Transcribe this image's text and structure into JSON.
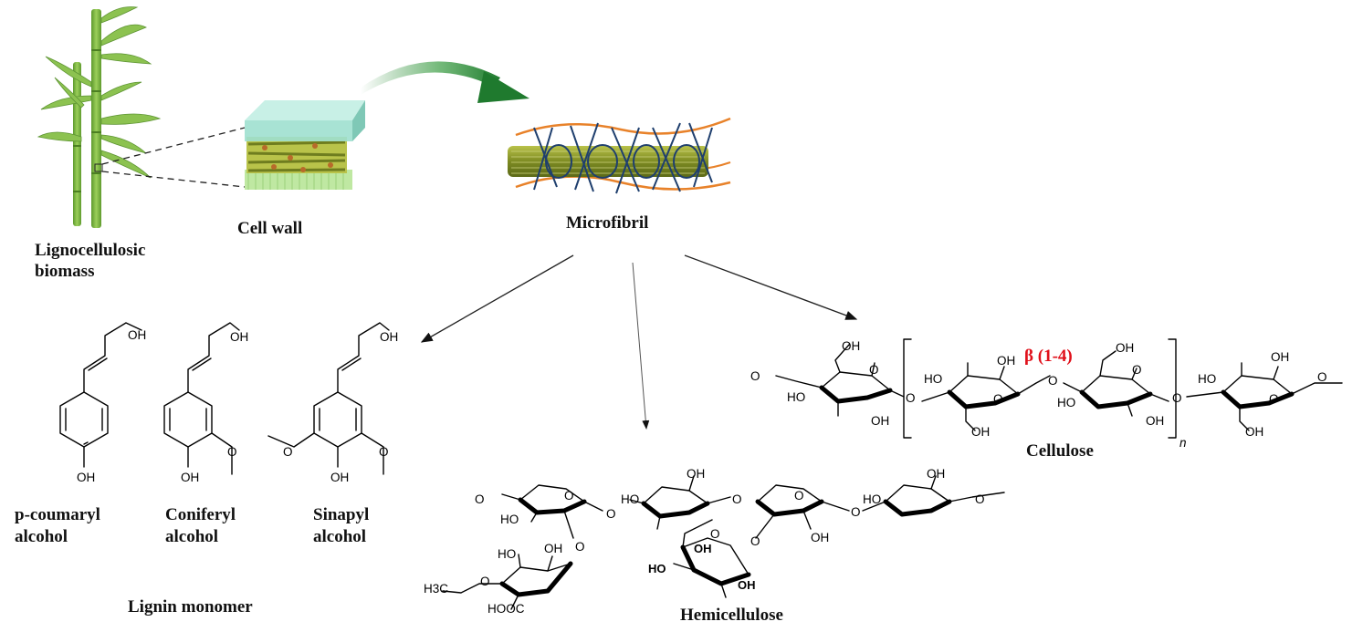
{
  "labels": {
    "biomass_line1": "Lignocellulosic",
    "biomass_line2": "biomass",
    "cell_wall": "Cell wall",
    "microfibril": "Microfibril",
    "pcoumaryl_line1": "p-coumaryl",
    "pcoumaryl_line2": "alcohol",
    "coniferyl_line1": "Coniferyl",
    "coniferyl_line2": "alcohol",
    "sinapyl_line1": "Sinapyl",
    "sinapyl_line2": "alcohol",
    "lignin_monomer": "Lignin  monomer",
    "hemicellulose": "Hemicellulose",
    "cellulose": "Cellulose",
    "beta_linkage": "β (1-4)",
    "repeat_n": "n"
  },
  "atoms": {
    "oh": "OH",
    "ho": "HO",
    "o": "O",
    "h3c": "H3C",
    "hooc": "HOOC"
  },
  "colors": {
    "accent_red": "#e0101a",
    "arrow_green": "#2e8b3a",
    "fiber_orange": "#e8822a",
    "fiber_blue": "#1f3f6e",
    "fibril_olive": "#8a9a2a",
    "bamboo_green": "#7cb842",
    "wall_teal": "#8fd8c8"
  }
}
